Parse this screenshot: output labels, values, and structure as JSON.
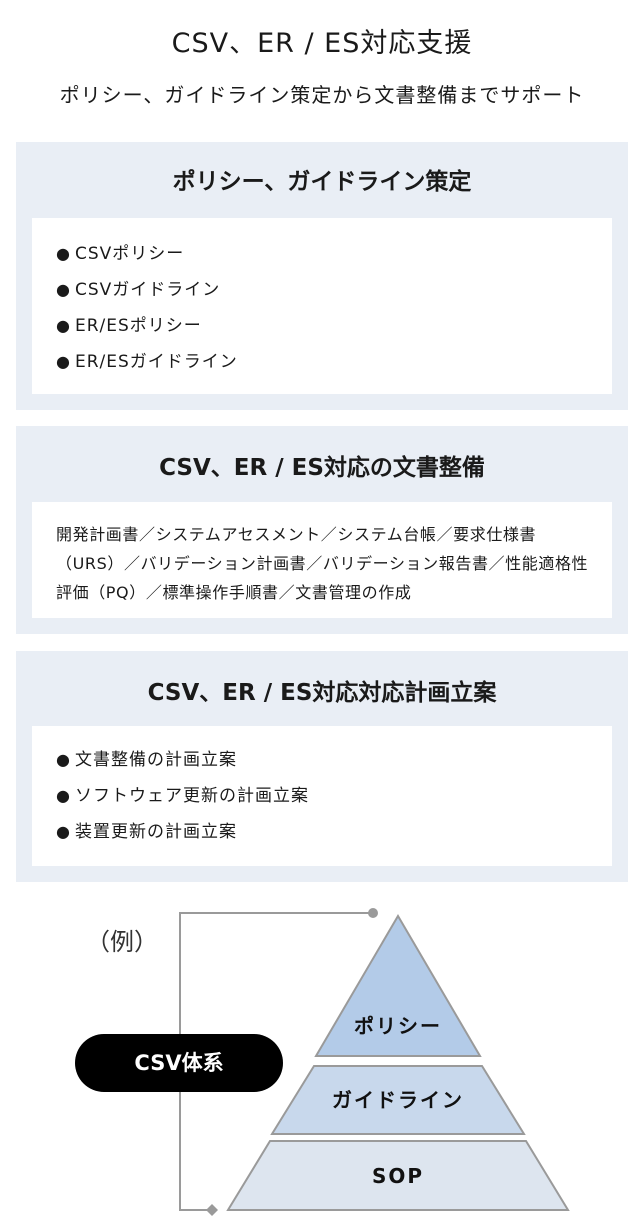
{
  "header": {
    "title": "CSV、ER / ES対応支援",
    "subtitle": "ポリシー、ガイドライン策定から文書整備までサポート"
  },
  "sections": [
    {
      "title": "ポリシー、ガイドライン策定",
      "items": [
        "CSVポリシー",
        "CSVガイドライン",
        "ER/ESポリシー",
        "ER/ESガイドライン"
      ]
    },
    {
      "title": "CSV、ER / ES対応の文書整備",
      "body": "開発計画書／システムアセスメント／システム台帳／要求仕様書（URS）／バリデーション計画書／バリデーション報告書／性能適格性評価（PQ）／標準操作手順書／文書管理の作成"
    },
    {
      "title": "CSV、ER / ES対応対応計画立案",
      "items": [
        "文書整備の計画立案",
        "ソフトウェア更新の計画立案",
        "装置更新の計画立案"
      ]
    }
  ],
  "diagram": {
    "example_label": "（例）",
    "system_label": "CSV体系",
    "levels": [
      "ポリシー",
      "ガイドライン",
      "SOP"
    ],
    "colors": {
      "top": "#b3cbe8",
      "middle": "#c8d8ec",
      "bottom": "#dde5ef",
      "outline": "#9a9a9a",
      "pill": "#000000"
    }
  }
}
